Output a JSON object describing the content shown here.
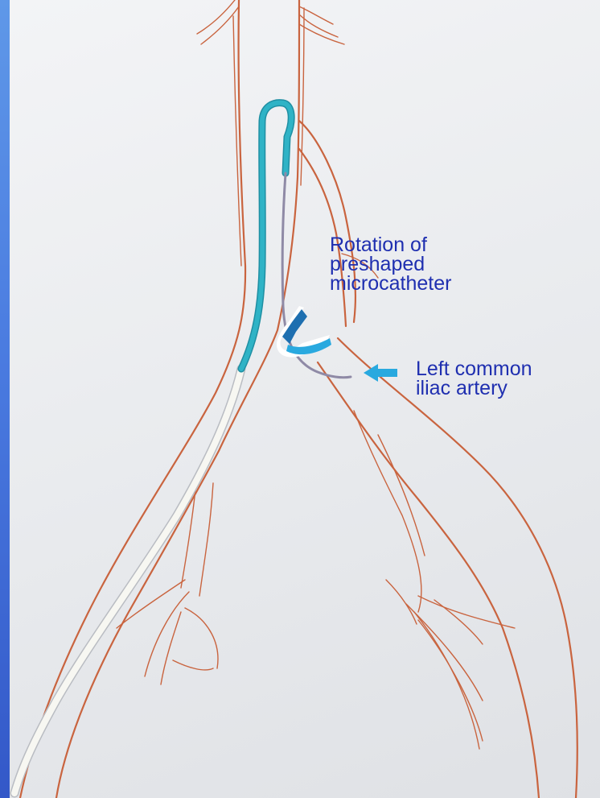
{
  "annotations": {
    "rotation_label": [
      "Rotation of",
      "preshaped",
      "microcatheter"
    ],
    "iliac_label": [
      "Left common",
      "iliac artery"
    ]
  },
  "colors": {
    "background_top": "#5f98e8",
    "background_bottom": "#3358c8",
    "paper": "#eceef1",
    "vessel_outline": "#c9643f",
    "catheter": "#2fb3c6",
    "microcatheter": "#8f8aa6",
    "sheath": "#f7f7f2",
    "label_text": "#1f2fb0",
    "rotation_arrow": "#1e8fc0",
    "pointer_arrow": "#29a9df"
  },
  "icons": {
    "rotation": "curved-rotation-arrow-icon",
    "pointer": "left-pointing-arrow-icon"
  }
}
